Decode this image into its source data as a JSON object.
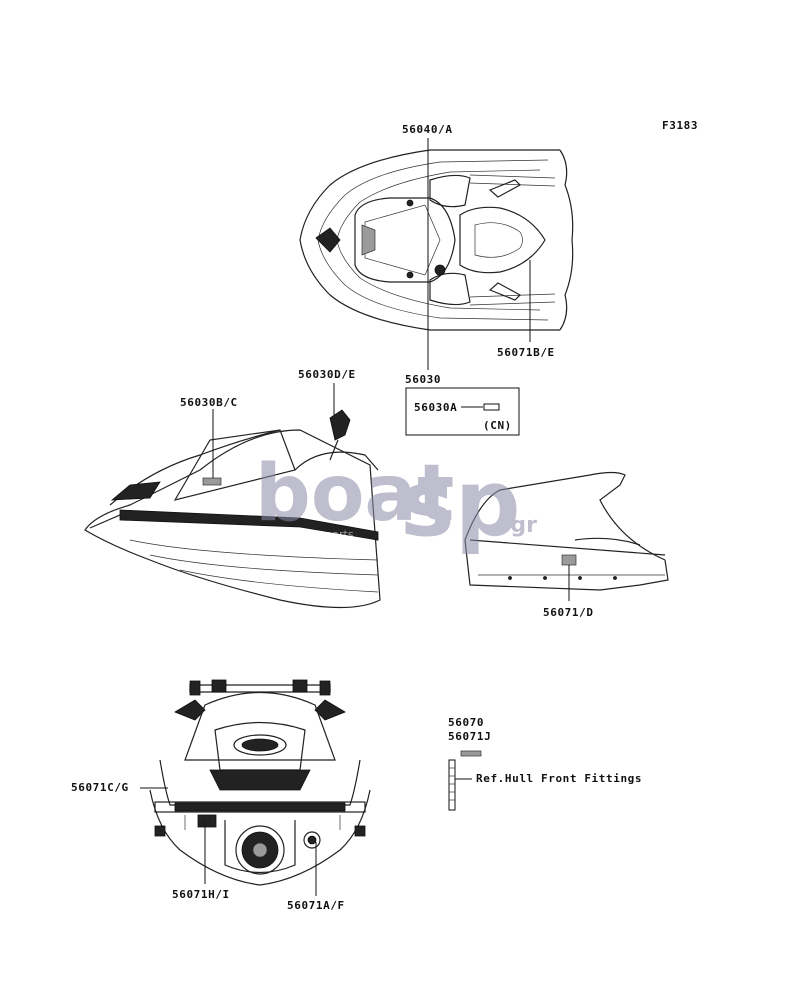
{
  "figure_code": "F3183",
  "parts": {
    "top_view_seat": "56040/A",
    "top_view_handle": "56071B/E",
    "top_view_center": "56030",
    "inset_part": "56030A",
    "inset_region": "(CN)",
    "side_front": "56030B/C",
    "side_mirror": "56030D/E",
    "side_rear": "56071/D",
    "rear_left": "56071C/G",
    "rear_bottom_left": "56071H/I",
    "rear_bottom_right": "56071A/F",
    "loose_1": "56070",
    "loose_2": "56071J",
    "reference": "Ref.Hull Front Fittings"
  },
  "watermark": {
    "brand_a": "boat",
    "brand_b": "sp",
    "suffix": ".gr",
    "tagline": "boat spare parts"
  },
  "colors": {
    "watermark": "#8a8aa8",
    "ink": "#111111"
  }
}
